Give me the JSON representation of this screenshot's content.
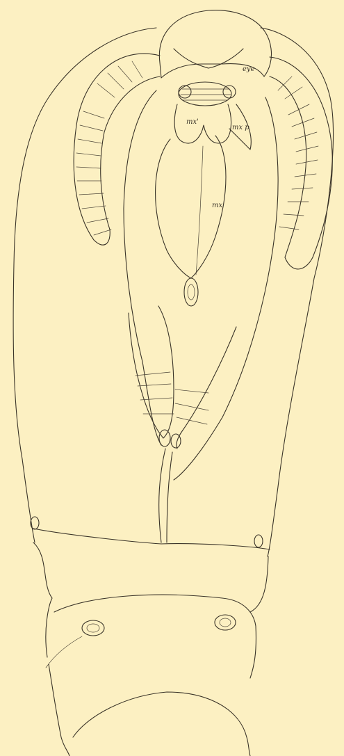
{
  "labels": {
    "eye": "eye",
    "mx_prime": "mx'",
    "mx_p": "mx p",
    "mx": "mx"
  },
  "colors": {
    "background": "#fcf0c2",
    "ink": "#3a3328"
  }
}
